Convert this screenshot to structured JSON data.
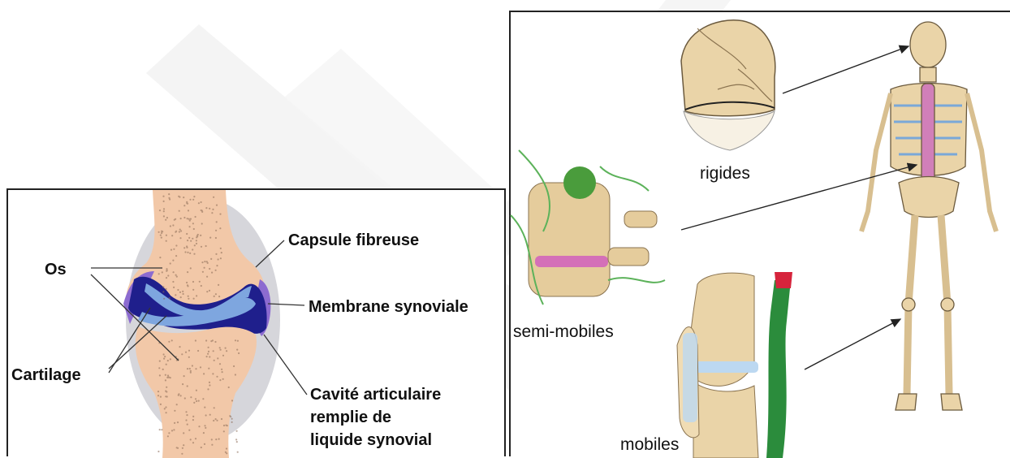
{
  "joint_diagram": {
    "labels": {
      "os": "Os",
      "capsule": "Capsule fibreuse",
      "membrane": "Membrane synoviale",
      "cartilage": "Cartilage",
      "cavity_line1": "Cavité articulaire",
      "cavity_line2": "remplie de",
      "cavity_line3": "liquide synovial"
    }
  },
  "joint_types": {
    "labels": {
      "rigid": "rigides",
      "semi_mobile": "semi-mobiles",
      "mobile": "mobiles"
    }
  },
  "colors": {
    "bone": "#f2c8a8",
    "bone_dots": "#8a6a55",
    "cartilage": "#7ea6df",
    "cavity": "#1f1f8c",
    "capsule": "#cfcfd4",
    "membrane": "#7b55c9",
    "skeleton_bone": "#ead4a8",
    "vertebra_disc": "#c96fb2",
    "ligament": "#2b8c3c",
    "watermark": "#f1f1f1"
  }
}
